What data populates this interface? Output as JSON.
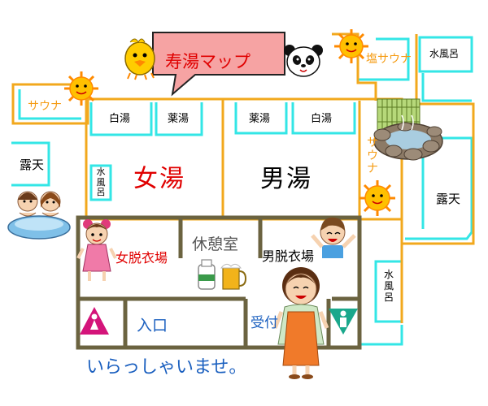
{
  "title": "寿湯マップ",
  "rooms": {
    "sauna_left": "サウナ",
    "shio_sauna": "塩サウナ",
    "mizuburo_top": "水風呂",
    "roten_left": "露天",
    "roten_right": "露天",
    "shirayu_women": "白湯",
    "yakuto_women": "薬湯",
    "yakuto_men": "薬湯",
    "shirayu_men": "白湯",
    "mizuburo_women": "水風呂",
    "sauna_center": "サウナ",
    "mizuburo_right": "水風呂",
    "women_bath": "女湯",
    "men_bath": "男湯",
    "women_changing": "女脱衣場",
    "lounge": "休憩室",
    "men_changing": "男脱衣場",
    "entrance": "入口",
    "reception": "受付"
  },
  "greeting": "いらっしゃいませ。",
  "colors": {
    "wall_main": "#6b6340",
    "wall_orange": "#f2a81d",
    "wall_cyan": "#33e6e6",
    "women_text": "#e00000",
    "label_blue": "#1a5fbf",
    "sauna_orange": "#f59b12",
    "restroom_pink": "#d4147a",
    "restroom_teal": "#1aa88c"
  }
}
